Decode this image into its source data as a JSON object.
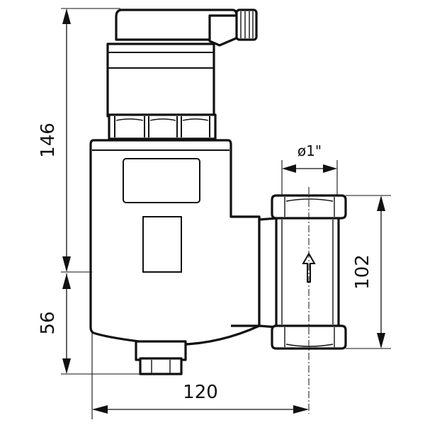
{
  "drawing": {
    "dimensions": {
      "total_height_upper": "146",
      "lower_height": "56",
      "overall_width": "120",
      "pipe_height": "102",
      "connection_diameter": "ø1\""
    },
    "flow_arrow_icon": "arrow-up-icon",
    "line_color": "#111111",
    "background_color": "#ffffff"
  }
}
